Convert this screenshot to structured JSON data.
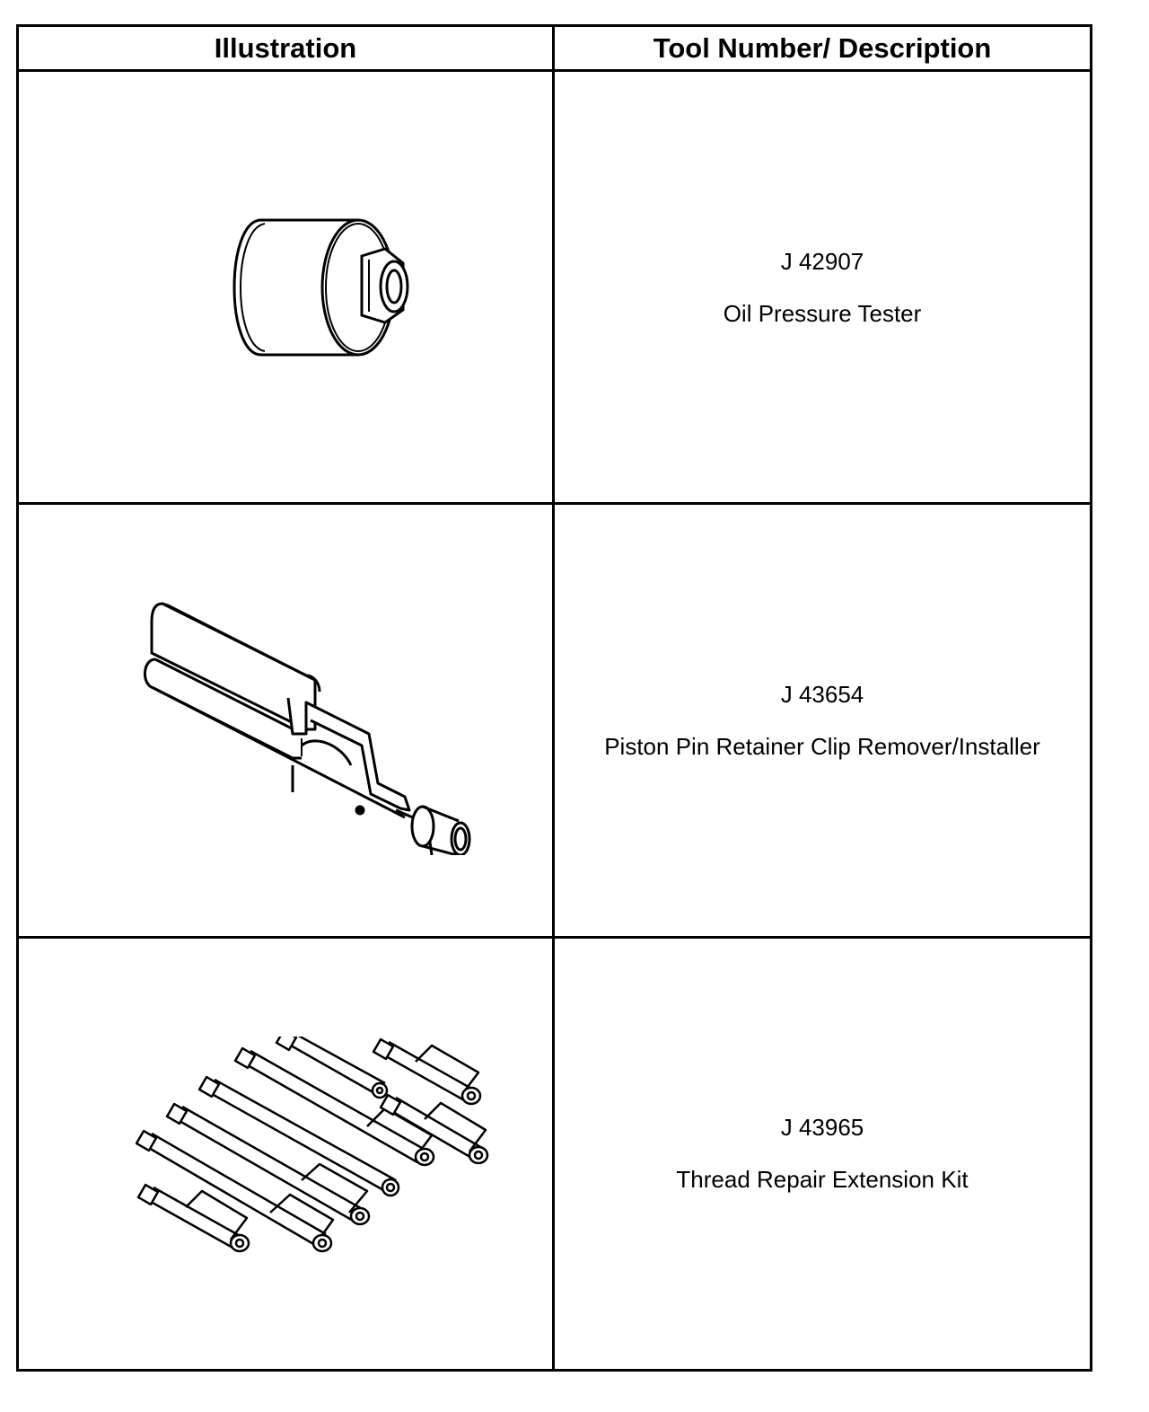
{
  "table": {
    "headers": {
      "illustration": "Illustration",
      "description": "Tool Number/ Description"
    },
    "rows": [
      {
        "tool_number": "J 42907",
        "description": "Oil Pressure Tester",
        "illustration_icon": "oil-pressure-tester-icon"
      },
      {
        "tool_number": "J 43654",
        "description": "Piston Pin Retainer Clip Remover/Installer",
        "illustration_icon": "piston-pin-clip-tool-icon"
      },
      {
        "tool_number": "J 43965",
        "description": "Thread Repair Extension Kit",
        "illustration_icon": "thread-repair-extensions-icon"
      }
    ]
  }
}
